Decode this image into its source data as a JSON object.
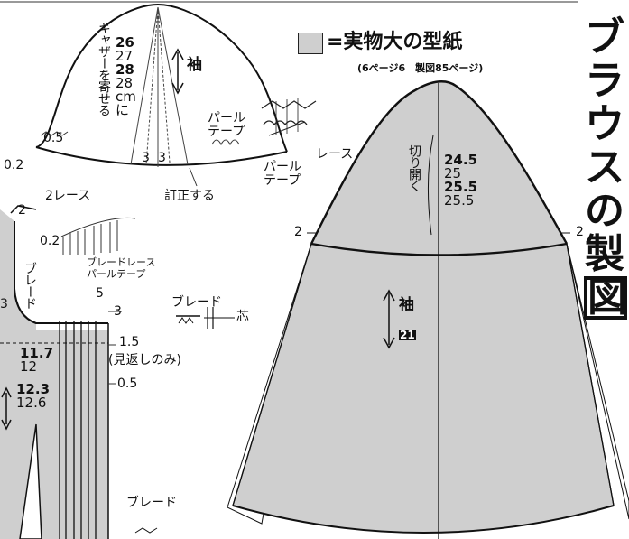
{
  "title": {
    "side_title": "ブラウスの製図",
    "chars": [
      "ブ",
      "ラ",
      "ウ",
      "ス",
      "の",
      "製",
      "図"
    ]
  },
  "legend": {
    "swatch_color": "#cfcfcf",
    "label": "=実物大の型紙",
    "subnote": "(6ページ6　製図85ページ)"
  },
  "top_sleeve": {
    "gather_note": "ギャザーを寄せる",
    "sizes_gather": [
      "26",
      "27",
      "28",
      "28",
      "cm"
    ],
    "gather_suffix": "に",
    "arrow_label": "袖",
    "pearl_tape_right": "パール\nテープ",
    "measure_05": "0.5",
    "measure_02": "0.2",
    "dart_3a": "3",
    "dart_3b": "3",
    "correct_label": "訂正する",
    "lace_left": "2レース",
    "lace_right": "レース",
    "pearl_tape_far_right": "パール\nテープ"
  },
  "bodice": {
    "num_2": "2",
    "num_02": "0.2",
    "braid_label": "ブレード",
    "braid_lace_pearl": "ブレードレース\nパールテープ",
    "num_5": "5",
    "num_3": "3",
    "num_15": "1.5",
    "facing_only": "(見返しのみ)",
    "num_05": "0.5",
    "sizes_a": [
      "11.7",
      "12"
    ],
    "sizes_b": [
      "12.3",
      "12.6"
    ],
    "braid_right": "ブレード",
    "core_label": "芯",
    "braid_bottom": "ブレード",
    "num_3_left": "3"
  },
  "main_sleeve": {
    "cut_open": "切り開く",
    "sizes": [
      "24.5",
      "25",
      "25.5",
      "25.5"
    ],
    "left_2": "2",
    "right_2": "2",
    "arrow_label": "袖",
    "number_badge": "21"
  }
}
